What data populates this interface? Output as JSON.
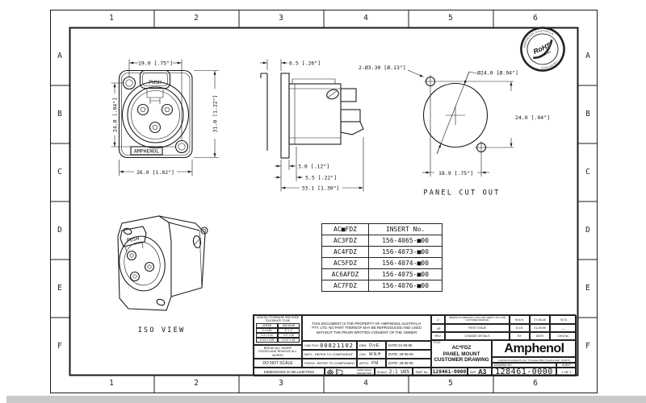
{
  "sheet": {
    "zone_columns": [
      "1",
      "2",
      "3",
      "4",
      "5",
      "6"
    ],
    "zone_rows": [
      "A",
      "B",
      "C",
      "D",
      "E",
      "F"
    ]
  },
  "front_view": {
    "push_label": "PUSH",
    "brand_label": "AMPHENOL",
    "dim_hole_spacing_h": "19.0 [.75\"]",
    "dim_hole_spacing_v": "24.0 [.94\"]",
    "dim_flange_height": "31.0 [1.22\"]",
    "dim_flange_width": "26.0 [1.02\"]"
  },
  "side_view": {
    "dim_panel_to_face": "6.5 [.26\"]",
    "dim_flange_thickness": "3.0 [.12\"]",
    "dim_step": "5.5 [.22\"]",
    "dim_overall_depth": "33.1 [1.30\"]"
  },
  "panel_cutout": {
    "caption": "PANEL CUT OUT",
    "dim_mounting_holes": "2-Ø3.30 [Ø.13\"]",
    "dim_hole_dia": "Ø24.0 [Ø.94\"]",
    "dim_vertical": "24.0 [.94\"]",
    "dim_horizontal": "18.9 [.75\"]"
  },
  "iso_view": {
    "caption": "ISO VIEW",
    "push_label": "PUSH"
  },
  "rohs_stamp": {
    "ring_top": "AMPHENOL AUSTRALIA",
    "ring_bottom": "2002/95/EC",
    "center": "RoHS",
    "sub": "Compliant"
  },
  "parts_table": {
    "col_headers": [
      "AC■FDZ",
      "INSERT No."
    ],
    "rows": [
      [
        "AC3FDZ",
        "156-4065-■00"
      ],
      [
        "AC4FDZ",
        "156-4073-■00"
      ],
      [
        "AC5FDZ",
        "156-4074-■00"
      ],
      [
        "AC6AFDZ",
        "156-4075-■00"
      ],
      [
        "AC7FDZ",
        "156-4076-■00"
      ]
    ]
  },
  "title_block": {
    "tolerance_header": "UNLESS OTHERWISE SPECIFIED TOLERANCE TO BE:",
    "tolerance_cols": [
      "LINEAR",
      "ANGULAR"
    ],
    "tolerance_rows": [
      [
        "X ± 0.50",
        "X° ± 1°"
      ],
      [
        "X.X ± 0.10",
        "X.X° ± 30'"
      ],
      [
        "X.XX ± 0.05",
        "X.XX° ± 15'"
      ]
    ],
    "break_note": "BREAK ALL SHARP EDGES AND REMOVE ALL BURRS",
    "do_not_scale": "DO NOT SCALE",
    "dimensions_note": "DIMENSIONS IN MILLIMETRES",
    "property_notice": "THIS DOCUMENT IS THE PROPERTY OF AMPHENOL AUSTRALIA PTY. LTD.  NO PART THEREOF MAY BE REPRODUCED AND USED WITHOUT THE PRIOR WRITTEN CONSENT OF THE OWNER",
    "cad_file_label": "CAD FILE:",
    "cad_file": "00821102",
    "matl_label": "MATL:",
    "matl": "REFER TO COMPONENT",
    "finish_label": "FINISH:",
    "finish": "REFER TO COMPONENT",
    "drn_label": "DRN:",
    "drn": "D.v.E.",
    "drn_date": "DATE:21-09-95",
    "ckd_label": "CKD:",
    "ckd": "M.N.H",
    "ckd_date": "DATE: 28-06-06",
    "appd_label": "APP'D:",
    "appd": "P.M",
    "appd_date": "DATE: 28-06-06",
    "projection_note": "THIRD ANGLE PROJECTION",
    "scale_label": "SCALE:",
    "scale": "2:1  UOS",
    "part_no_label": "PART No:",
    "part_no": "128461-0000",
    "size_label": "SIZE:",
    "size": "A3",
    "title_label": "TITLE:",
    "title_lines": [
      "AC*FDZ",
      "PANEL MOUNT",
      "CUSTOMER DRAWING"
    ],
    "rev_headers": [
      "REV.",
      "CHANGE DETAILS",
      "BY",
      "DATE",
      "CHG/No."
    ],
    "revisions": [
      {
        "rev": "2",
        "details": "UPDATE TO AMPHENOL LOGO ADD SHEET 2 OF 2 FOR CUSTOMER DRAWING",
        "by": "M.N.H.",
        "date": "27-06-06",
        "chg": "7473"
      },
      {
        "rev": "-Ø",
        "details": "FIRST ISSUE",
        "by": "D.v.E.",
        "date": "21-09-95",
        "chg": "----"
      }
    ],
    "logo": "Amphenol",
    "address": "Amphenol Australia Pty Ltd, 7 Fiveways Blvd, Keysborough, VIC3173",
    "drawing_no_label": "DRAWING  NO.",
    "drawing_no": "128461-0000",
    "sheet_label": "SHEET",
    "sheet": "1 OF 2"
  }
}
